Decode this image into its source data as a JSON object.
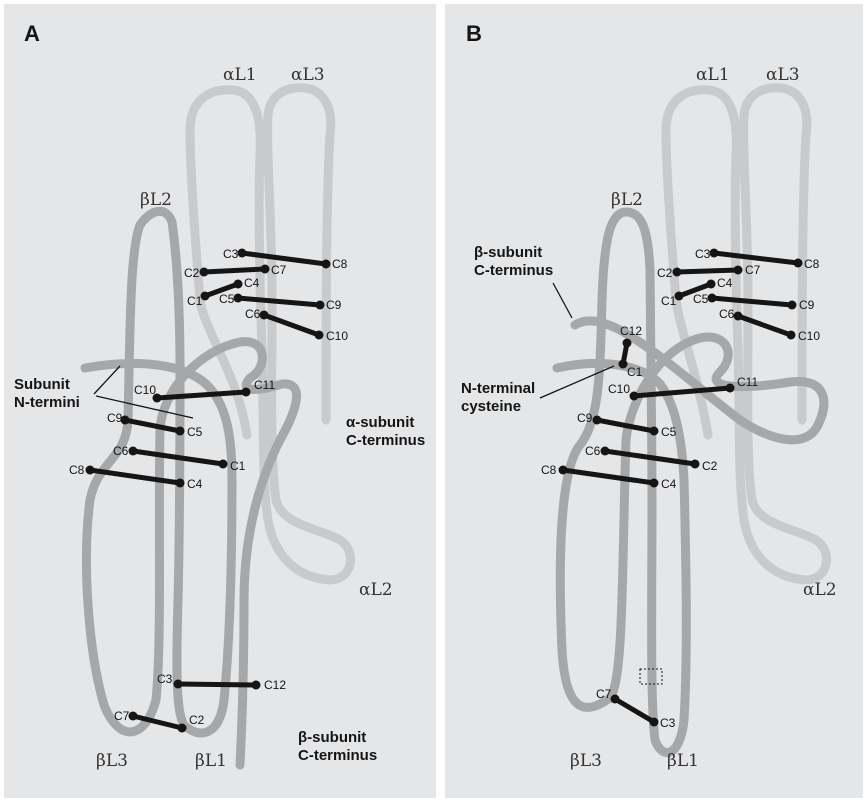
{
  "panels": [
    {
      "letter": "A",
      "loops": {
        "aL1": "αL1",
        "aL3": "αL3",
        "aL2": "αL2",
        "bL2": "βL2",
        "bL3": "βL3",
        "bL1": "βL1"
      },
      "annotations": {
        "n_termini_1": "Subunit",
        "n_termini_2": "N-termini",
        "alpha_c_1": "α-subunit",
        "alpha_c_2": "C-terminus",
        "beta_c_1": "β-subunit",
        "beta_c_2": "C-terminus"
      },
      "bonds": [
        {
          "from": "C3",
          "to": "C8"
        },
        {
          "from": "C2",
          "to": "C7"
        },
        {
          "from": "C1",
          "to": "C4"
        },
        {
          "from": "C5",
          "to": "C9"
        },
        {
          "from": "C6",
          "to": "C10"
        },
        {
          "from": "C10",
          "to": "C11"
        },
        {
          "from": "C9",
          "to": "C5"
        },
        {
          "from": "C6",
          "to": "C1"
        },
        {
          "from": "C8",
          "to": "C4"
        },
        {
          "from": "C3",
          "to": "C12"
        },
        {
          "from": "C7",
          "to": "C2"
        }
      ]
    },
    {
      "letter": "B",
      "loops": {
        "aL1": "αL1",
        "aL3": "αL3",
        "aL2": "αL2",
        "bL2": "βL2",
        "bL3": "βL3",
        "bL1": "βL1"
      },
      "annotations": {
        "beta_c_1": "β-subunit",
        "beta_c_2": "C-terminus",
        "ncys_1": "N-terminal",
        "ncys_2": "cysteine"
      },
      "bonds": [
        {
          "from": "C3",
          "to": "C8"
        },
        {
          "from": "C2",
          "to": "C7"
        },
        {
          "from": "C1",
          "to": "C4"
        },
        {
          "from": "C5",
          "to": "C9"
        },
        {
          "from": "C6",
          "to": "C10"
        },
        {
          "from": "C12",
          "to": "C1"
        },
        {
          "from": "C10",
          "to": "C11"
        },
        {
          "from": "C9",
          "to": "C5"
        },
        {
          "from": "C6",
          "to": "C2"
        },
        {
          "from": "C8",
          "to": "C4"
        },
        {
          "from": "C7",
          "to": "C3"
        }
      ]
    }
  ],
  "colors": {
    "background": "#e5e6e8",
    "alpha_chain": "#c9cacc",
    "beta_chain": "#a6a7a9",
    "bond": "#151515"
  }
}
